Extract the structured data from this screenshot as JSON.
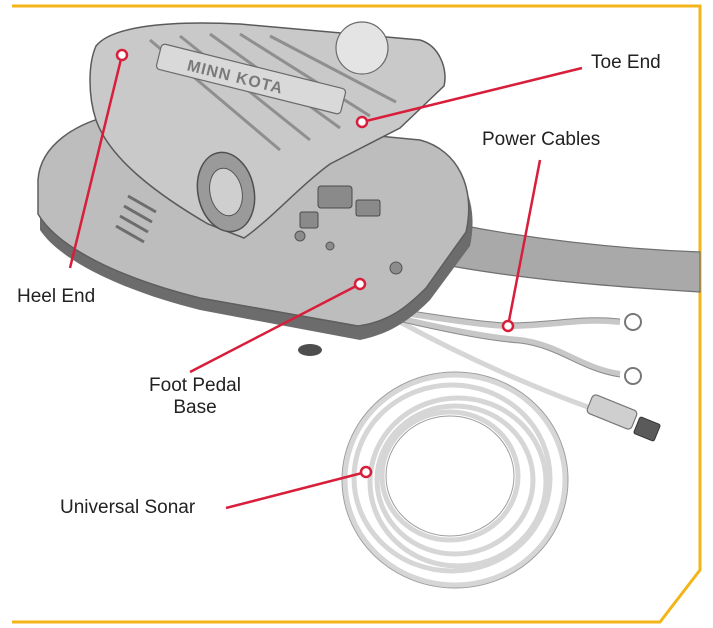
{
  "labels": {
    "toe_end": "Toe End",
    "power_cables": "Power Cables",
    "heel_end": "Heel End",
    "foot_pedal_base_line1": "Foot Pedal",
    "foot_pedal_base_line2": "Base",
    "universal_sonar": "Universal Sonar"
  },
  "pedal_logo_text": "MINN KOTA",
  "colors": {
    "callout_line": "#d81e3a",
    "frame_accent": "#f3b51a",
    "label_text": "#222222",
    "device_gray": "#b9b9b9"
  }
}
